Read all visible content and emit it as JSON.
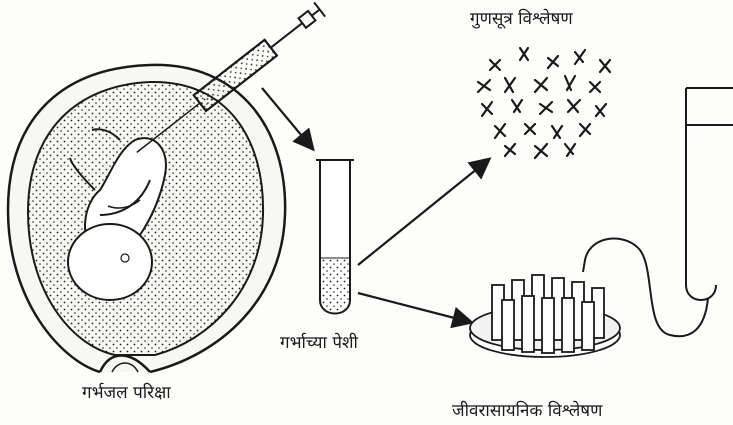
{
  "labels": {
    "amniocentesis": "गर्भजल परिक्षा",
    "fetal_cells": "गर्भाच्या पेशी",
    "chromosome_analysis": "गुणसूत्र विश्लेषण",
    "biochemical_analysis": "जीवरासायनिक विश्लेषण"
  },
  "icons": {
    "uterus": "uterus-with-fetus-icon",
    "syringe": "syringe-icon",
    "test_tube": "test-tube-icon",
    "chromosomes": "chromosome-spread-icon",
    "tube_rack": "test-tube-rack-icon",
    "culture_vessel": "culture-vessel-icon"
  },
  "colors": {
    "ink": "#1a1a1a",
    "background": "#fdfdfb"
  }
}
